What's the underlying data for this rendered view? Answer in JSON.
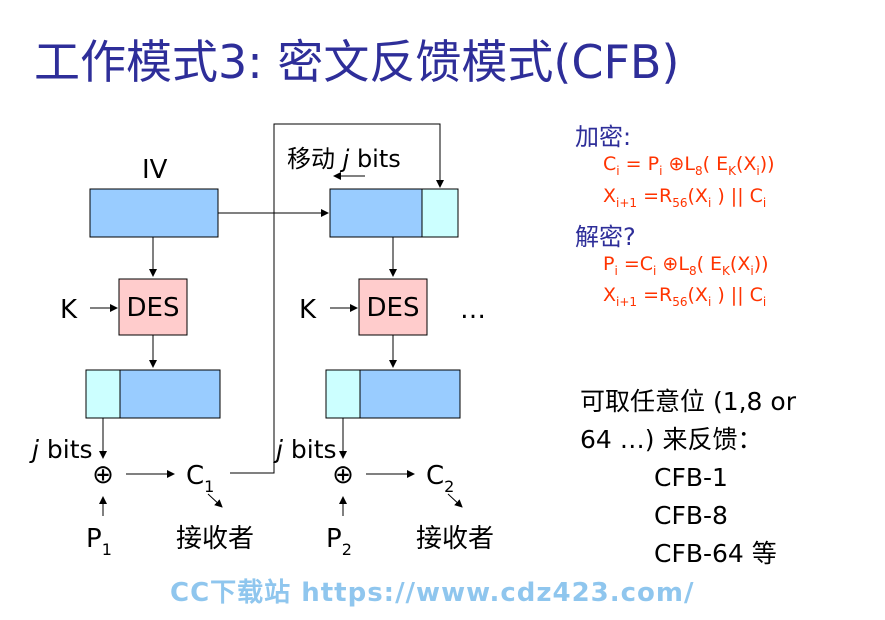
{
  "title": "工作模式3: 密文反馈模式(CFB)",
  "diagram": {
    "iv_label": "IV",
    "shift_label": "移动 j bits",
    "key_label": "K",
    "des_label": "DES",
    "ellipsis": "…",
    "jbits_label": "j bits",
    "xor_symbol": "⊕",
    "c_label": "C",
    "p_label": "P",
    "sub_1": "1",
    "sub_2": "2",
    "receiver_label": "接收者"
  },
  "encrypt": {
    "heading": "加密:",
    "formula1": "Ci = Pi ⊕L8( EK(Xi))",
    "formula2": "Xi+1 =R56(Xi ) || Ci"
  },
  "decrypt": {
    "heading": "解密?",
    "formula1": "Pi =Ci ⊕L8( EK(Xi))",
    "formula2": "Xi+1 =R56(Xi ) || Ci"
  },
  "note": {
    "line1": "可取任意位 (1,8 or",
    "line2": "64 …) 来反馈：",
    "items": [
      "CFB-1",
      "CFB-8",
      "CFB-64 等"
    ]
  },
  "watermark": "CC下载站 https://www.cdz423.com/",
  "colors": {
    "title": "#2e2e99",
    "formula": "#ff3300",
    "register_fill": "#99ccff",
    "register_shift_fill": "#ccffff",
    "des_fill": "#ffcccc",
    "watermark": "#8fc6ee"
  }
}
